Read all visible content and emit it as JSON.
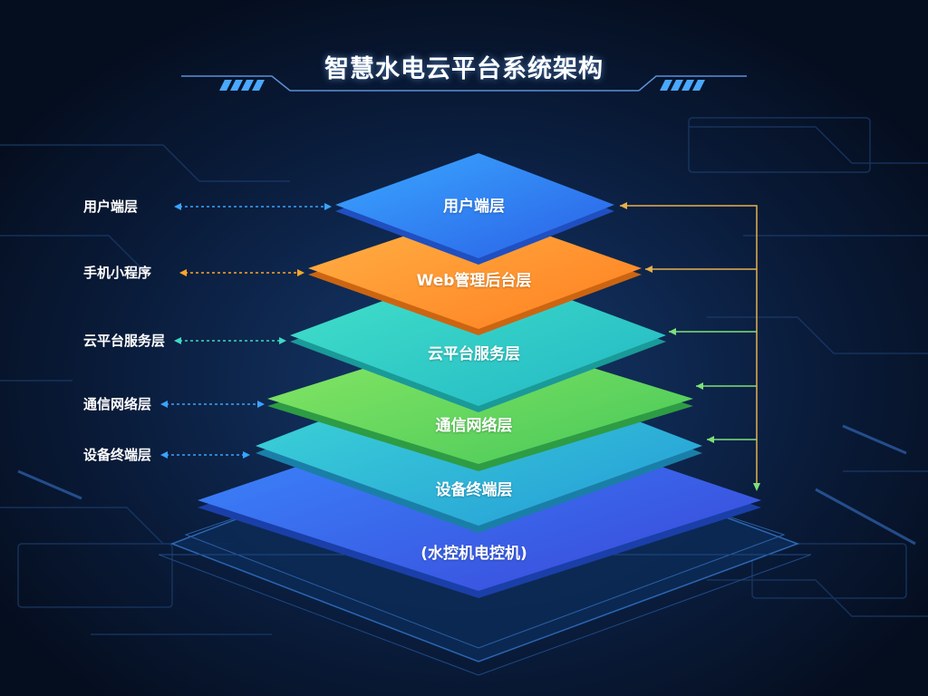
{
  "title": "智慧水电云平台系统架构",
  "layers": [
    {
      "label": "(水控机电控机)"
    },
    {
      "label": "设备终端层"
    },
    {
      "label": "通信网络层"
    },
    {
      "label": "云平台服务层"
    },
    {
      "label": "Web管理后台层"
    },
    {
      "label": "用户端层"
    }
  ],
  "side_labels": [
    {
      "label": "用户端层",
      "arrow_color": "#3aa3ff"
    },
    {
      "label": "手机小程序",
      "arrow_color": "#ffa726"
    },
    {
      "label": "云平台服务层",
      "arrow_color": "#3fd9c2"
    },
    {
      "label": "通信网络层",
      "arrow_color": "#3aa3ff"
    },
    {
      "label": "设备终端层",
      "arrow_color": "#3aa3ff"
    }
  ],
  "colors": {
    "background": "#061226",
    "user_layer": "#2f7ff0",
    "web_layer": "#ff9a2e",
    "cloud_layer": "#31d2c0",
    "network_layer": "#6fdc57",
    "device_layer": "#2fc5d9",
    "base_layer": "#2a63e8",
    "connector": "#e8b04a",
    "connector_green": "#7ee07a"
  },
  "icons": [
    "arrow-left-icon",
    "arrow-right-icon"
  ]
}
